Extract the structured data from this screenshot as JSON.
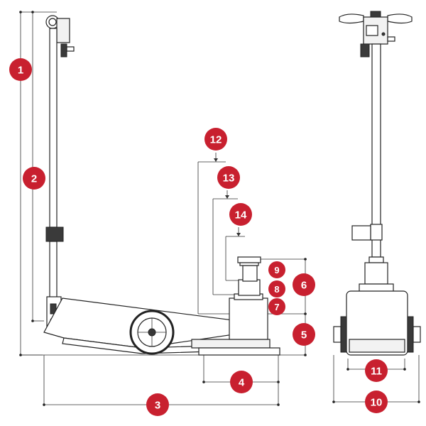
{
  "badge_color": "#c8202f",
  "badges": [
    {
      "label": "1"
    },
    {
      "label": "2"
    },
    {
      "label": "3"
    },
    {
      "label": "4"
    },
    {
      "label": "5"
    },
    {
      "label": "6"
    },
    {
      "label": "7"
    },
    {
      "label": "8"
    },
    {
      "label": "9"
    },
    {
      "label": "10"
    },
    {
      "label": "11"
    },
    {
      "label": "12"
    },
    {
      "label": "13"
    },
    {
      "label": "14"
    }
  ]
}
